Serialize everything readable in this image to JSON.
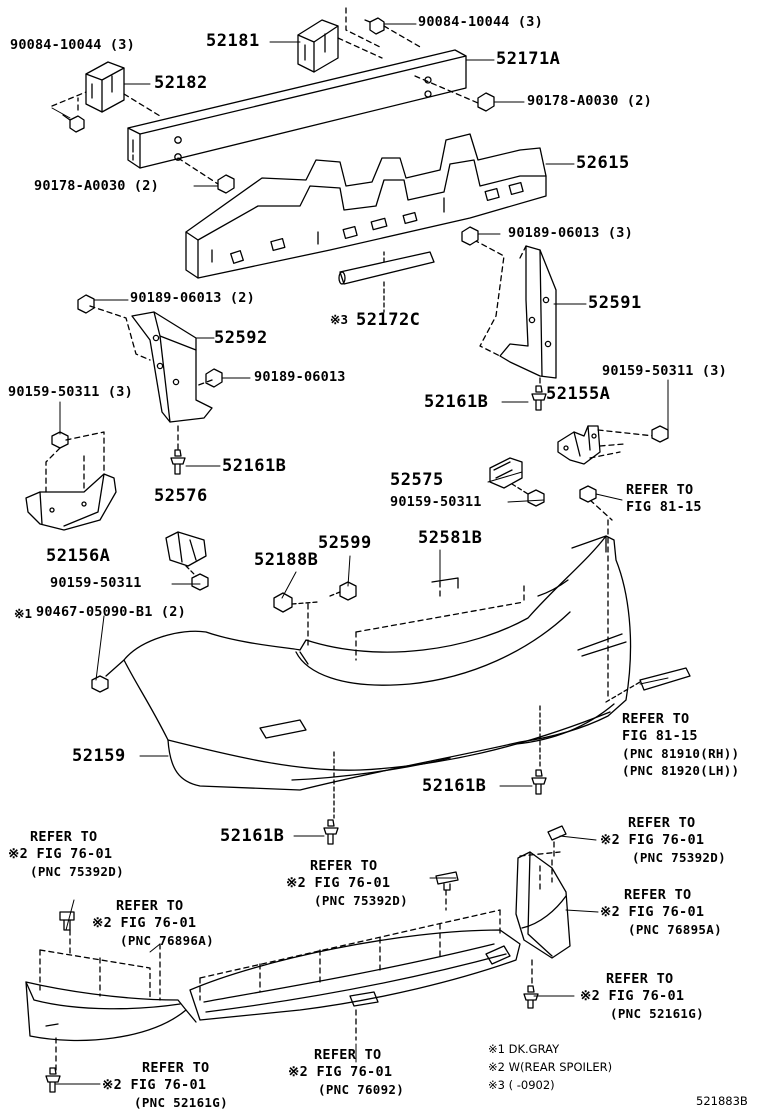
{
  "parts": {
    "p90084_tr": "90084-10044 (3)",
    "p90084_tl": "90084-10044 (3)",
    "p52181": "52181",
    "p52182": "52182",
    "p52171A": "52171A",
    "p90178_r": "90178-A0030 (2)",
    "p90178_l": "90178-A0030 (2)",
    "p52615": "52615",
    "p90189_3": "90189-06013 (3)",
    "p90189_2": "90189-06013 (2)",
    "p52172C_mark": "※3",
    "p52172C": "52172C",
    "p52591": "52591",
    "p52592": "52592",
    "p90189_1": "90189-06013",
    "p90159_3_l": "90159-50311 (3)",
    "p90159_3_r": "90159-50311 (3)",
    "p52161B_a": "52161B",
    "p52155A": "52155A",
    "p52161B_b": "52161B",
    "p52575": "52575",
    "p90159_r": "90159-50311",
    "p52576": "52576",
    "p52156A": "52156A",
    "p90159_l": "90159-50311",
    "p52188B": "52188B",
    "p52599": "52599",
    "p52581B": "52581B",
    "p90467_mark": "※1",
    "p90467": "90467-05090-B1 (2)",
    "p52159": "52159",
    "p52161B_c": "52161B",
    "p52161B_d": "52161B"
  },
  "refs": {
    "ref_81_15_top": [
      "REFER TO",
      "FIG 81-15"
    ],
    "ref_81_15_right": [
      "REFER TO",
      "FIG 81-15",
      "(PNC 81910(RH))",
      "(PNC 81920(LH))"
    ],
    "ref_75392_left": [
      "REFER TO",
      "※2 FIG 76-01",
      "(PNC 75392D)"
    ],
    "ref_76896": [
      "REFER TO",
      "※2 FIG 76-01",
      "(PNC 76896A)"
    ],
    "ref_75392_mid": [
      "REFER TO",
      "※2 FIG 76-01",
      "(PNC 75392D)"
    ],
    "ref_75392_right": [
      "REFER TO",
      "※2 FIG 76-01",
      "(PNC 75392D)"
    ],
    "ref_76895": [
      "REFER TO",
      "※2 FIG 76-01",
      "(PNC 76895A)"
    ],
    "ref_52161G_right": [
      "REFER TO",
      "※2 FIG 76-01",
      "(PNC 52161G)"
    ],
    "ref_52161G_left": [
      "REFER TO",
      "※2 FIG 76-01",
      "(PNC 52161G)"
    ],
    "ref_76092": [
      "REFER TO",
      "※2 FIG 76-01",
      "(PNC 76092)"
    ]
  },
  "notes": {
    "n1": "※1 DK.GRAY",
    "n2": "※2 W(REAR SPOILER)",
    "n3": "※3 (        -0902)"
  },
  "figure_code": "521883B",
  "colors": {
    "ink": "#000000",
    "paper": "#ffffff"
  }
}
